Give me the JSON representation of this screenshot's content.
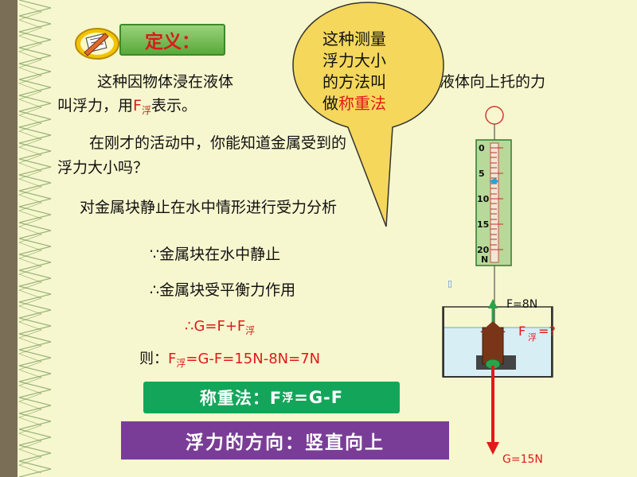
{
  "definition": {
    "label": "定义："
  },
  "paragraph1": {
    "part1": "这种因物体浸在液体",
    "part2": "液体向上托的力",
    "line2_prefix": "叫浮力，用",
    "line2_symbol": "F",
    "line2_sub": "浮",
    "line2_suffix": "表示。"
  },
  "paragraph2": {
    "line1_a": "在刚才的活动中，你能知道",
    "line1_b": "金属",
    "line1_c": "受到的",
    "line2": "浮力大小吗？"
  },
  "analysis": {
    "text": "对金属块静止在水中情形进行受力分析"
  },
  "reasoning": {
    "because": "∵金属块在水中静止",
    "therefore": "∴金属块受平衡力作用",
    "equation_prefix": "∴G=F+F",
    "equation_sub": "浮",
    "result_label": "则：",
    "result_f": "F",
    "result_sub": "浮",
    "result_rest": "=G-F=15N-8N=7N"
  },
  "callout": {
    "line1": "这种测量",
    "line2": "浮力大小",
    "line3": "的方法叫",
    "line4_prefix": "做",
    "line4_emph": "称重法"
  },
  "weighing_formula": {
    "prefix": "称重法：F",
    "sub": "浮",
    "suffix": "=G-F"
  },
  "direction": {
    "text": "浮力的方向：竖直向上"
  },
  "apparatus": {
    "scale_ticks": [
      "0",
      "5",
      "10",
      "15",
      "20"
    ],
    "scale_unit": "N",
    "tension_label": "F=8N",
    "buoyancy_label_f": "F",
    "buoyancy_label_sub": "浮",
    "buoyancy_label_rest": "=?",
    "gravity_label": "G=15N",
    "box_glyph": "▯"
  },
  "colors": {
    "red": "#e01a1a",
    "green_box": "#13a65a",
    "purple_box": "#7a3d97",
    "callout_fill": "#f4d75b"
  }
}
